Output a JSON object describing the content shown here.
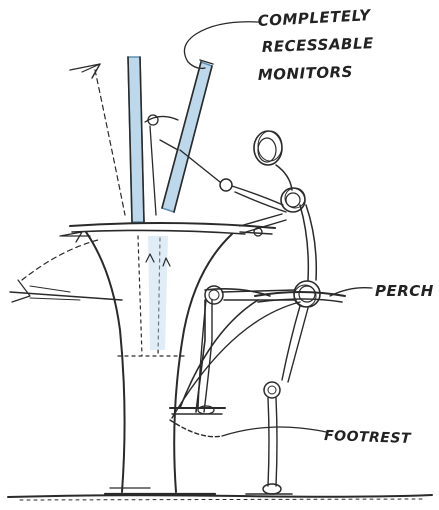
{
  "labels": {
    "monitors_line1": "COMPLETELY",
    "monitors_line2": "RECESSABLE",
    "monitors_line3": "MONITORS",
    "perch": "PERCH",
    "footrest": "FOOTREST"
  },
  "colors": {
    "ink": "#2a2a2a",
    "monitor_fill": "#bcd8ea",
    "monitor_stroke": "#5f8fb0",
    "paper": "#ffffff"
  }
}
